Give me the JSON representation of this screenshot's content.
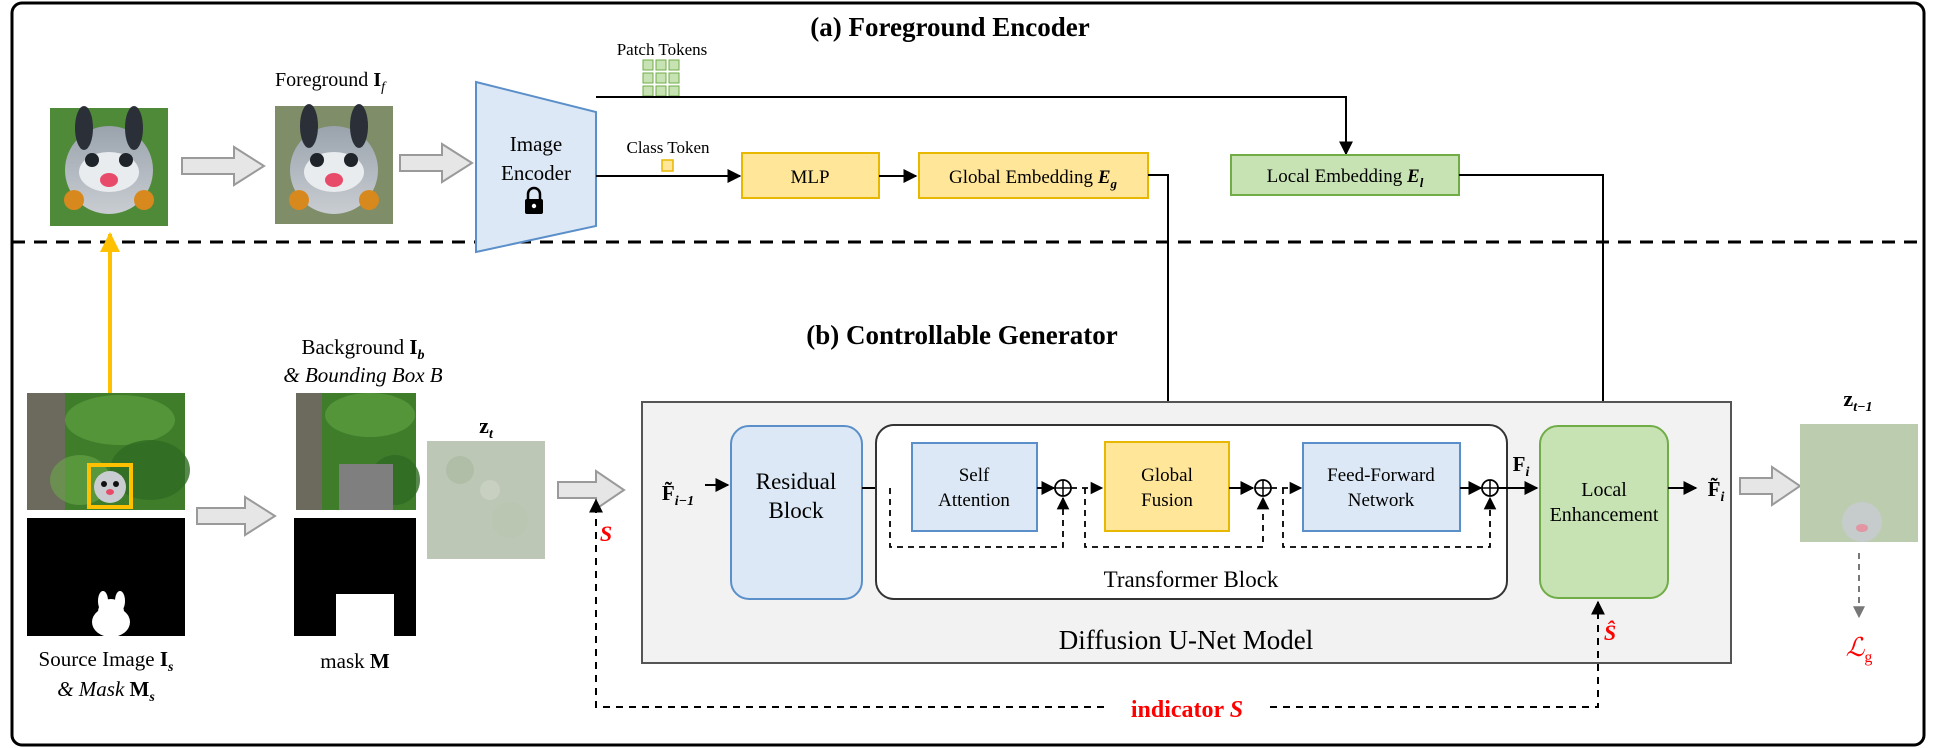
{
  "colors": {
    "blue_fill": "#dce8f5",
    "blue_stroke": "#5b8fc9",
    "yellow_fill": "#ffe699",
    "yellow_stroke": "#e8b700",
    "green_fill": "#c7e3b4",
    "green_stroke": "#70ad47",
    "panel_fill": "#f2f2f2",
    "red": "#ff0000",
    "orange": "#ffc000"
  },
  "encoder": {
    "title": "(a) Foreground Encoder",
    "foreground_label": "Foreground",
    "foreground_symbol": "I",
    "foreground_sub": "f",
    "patch_tokens": "Patch Tokens",
    "class_token": "Class Token",
    "image_encoder_line1": "Image",
    "image_encoder_line2": "Encoder",
    "mlp": "MLP",
    "global_embedding": "Global Embedding",
    "global_symbol": "E",
    "global_sub": "g",
    "local_embedding": "Local Embedding",
    "local_symbol": "E",
    "local_sub": "l"
  },
  "generator": {
    "title": "(b) Controllable Generator",
    "background_label": "Background",
    "background_symbol": "I",
    "background_sub": "b",
    "bbox_label": "& Bounding Box",
    "bbox_symbol": "B",
    "source_label": "Source Image",
    "source_symbol": "I",
    "source_sub": "s",
    "mask_s_label": "& Mask",
    "mask_s_symbol": "M",
    "mask_s_sub": "s",
    "mask_label": "mask",
    "mask_symbol": "M",
    "zt": "z",
    "zt_sub": "t",
    "s_symbol": "S",
    "f_in": "F̃",
    "f_in_sub": "i−1",
    "residual_line1": "Residual",
    "residual_line2": "Block",
    "self_attn_line1": "Self",
    "self_attn_line2": "Attention",
    "global_fusion_line1": "Global",
    "global_fusion_line2": "Fusion",
    "ffn_line1": "Feed-Forward",
    "ffn_line2": "Network",
    "transformer_block": "Transformer Block",
    "fi": "F",
    "fi_sub": "i",
    "local_enh_line1": "Local",
    "local_enh_line2": "Enhancement",
    "f_out": "F̃",
    "f_out_sub": "i",
    "unet": "Diffusion U-Net Model",
    "s_hat": "Ŝ",
    "zt1": "z",
    "zt1_sub": "t−1",
    "loss": "ℒ",
    "loss_sub": "g",
    "indicator_label": "indicator",
    "indicator_symbol": "S"
  }
}
